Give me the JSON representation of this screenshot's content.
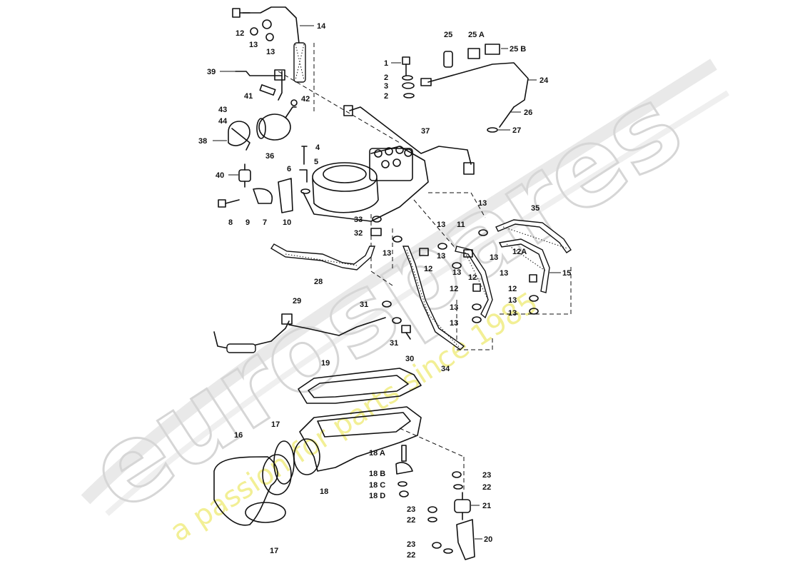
{
  "watermark": {
    "brand": "eurospares",
    "tagline": "a passion for parts since 1985",
    "brand_color": "#d6d6d6",
    "tagline_color": "#f1ee8a"
  },
  "callouts": [
    {
      "id": "c14",
      "text": "14"
    },
    {
      "id": "c12a",
      "text": "12"
    },
    {
      "id": "c13a",
      "text": "13"
    },
    {
      "id": "c13b",
      "text": "13"
    },
    {
      "id": "c39",
      "text": "39"
    },
    {
      "id": "c41",
      "text": "41"
    },
    {
      "id": "c42",
      "text": "42"
    },
    {
      "id": "c43",
      "text": "43"
    },
    {
      "id": "c44",
      "text": "44"
    },
    {
      "id": "c38",
      "text": "38"
    },
    {
      "id": "c36",
      "text": "36"
    },
    {
      "id": "c40",
      "text": "40"
    },
    {
      "id": "c4",
      "text": "4"
    },
    {
      "id": "c5",
      "text": "5"
    },
    {
      "id": "c6",
      "text": "6"
    },
    {
      "id": "c8",
      "text": "8"
    },
    {
      "id": "c9",
      "text": "9"
    },
    {
      "id": "c7",
      "text": "7"
    },
    {
      "id": "c10",
      "text": "10"
    },
    {
      "id": "c33",
      "text": "33"
    },
    {
      "id": "c32",
      "text": "32"
    },
    {
      "id": "c25",
      "text": "25"
    },
    {
      "id": "c25A",
      "text": "25 A"
    },
    {
      "id": "c25B",
      "text": "25 B"
    },
    {
      "id": "c1",
      "text": "1"
    },
    {
      "id": "c2a",
      "text": "2"
    },
    {
      "id": "c3",
      "text": "3"
    },
    {
      "id": "c2b",
      "text": "2"
    },
    {
      "id": "c24",
      "text": "24"
    },
    {
      "id": "c26",
      "text": "26"
    },
    {
      "id": "c27",
      "text": "27"
    },
    {
      "id": "c37",
      "text": "37"
    },
    {
      "id": "c13c",
      "text": "13"
    },
    {
      "id": "c35",
      "text": "35"
    },
    {
      "id": "c13d",
      "text": "13"
    },
    {
      "id": "c11",
      "text": "11"
    },
    {
      "id": "c13e",
      "text": "13"
    },
    {
      "id": "c13f",
      "text": "13"
    },
    {
      "id": "c12b",
      "text": "12"
    },
    {
      "id": "c13g",
      "text": "13"
    },
    {
      "id": "c12c",
      "text": "12"
    },
    {
      "id": "c13h",
      "text": "13"
    },
    {
      "id": "c12d",
      "text": "12"
    },
    {
      "id": "c13i",
      "text": "13"
    },
    {
      "id": "c13j",
      "text": "13"
    },
    {
      "id": "c12A",
      "text": "12A"
    },
    {
      "id": "c13k",
      "text": "13"
    },
    {
      "id": "c15",
      "text": "15"
    },
    {
      "id": "c12e",
      "text": "12"
    },
    {
      "id": "c13l",
      "text": "13"
    },
    {
      "id": "c13m",
      "text": "13"
    },
    {
      "id": "c28",
      "text": "28"
    },
    {
      "id": "c29",
      "text": "29"
    },
    {
      "id": "c31a",
      "text": "31"
    },
    {
      "id": "c31b",
      "text": "31"
    },
    {
      "id": "c30",
      "text": "30"
    },
    {
      "id": "c34",
      "text": "34"
    },
    {
      "id": "c19",
      "text": "19"
    },
    {
      "id": "c16",
      "text": "16"
    },
    {
      "id": "c17a",
      "text": "17"
    },
    {
      "id": "c17b",
      "text": "17"
    },
    {
      "id": "c18",
      "text": "18"
    },
    {
      "id": "c18A",
      "text": "18 A"
    },
    {
      "id": "c18B",
      "text": "18 B"
    },
    {
      "id": "c18C",
      "text": "18 C"
    },
    {
      "id": "c18D",
      "text": "18 D"
    },
    {
      "id": "c23a",
      "text": "23"
    },
    {
      "id": "c22a",
      "text": "22"
    },
    {
      "id": "c23b",
      "text": "23"
    },
    {
      "id": "c22b",
      "text": "22"
    },
    {
      "id": "c21",
      "text": "21"
    },
    {
      "id": "c23c",
      "text": "23"
    },
    {
      "id": "c22c",
      "text": "22"
    },
    {
      "id": "c20",
      "text": "20"
    }
  ]
}
